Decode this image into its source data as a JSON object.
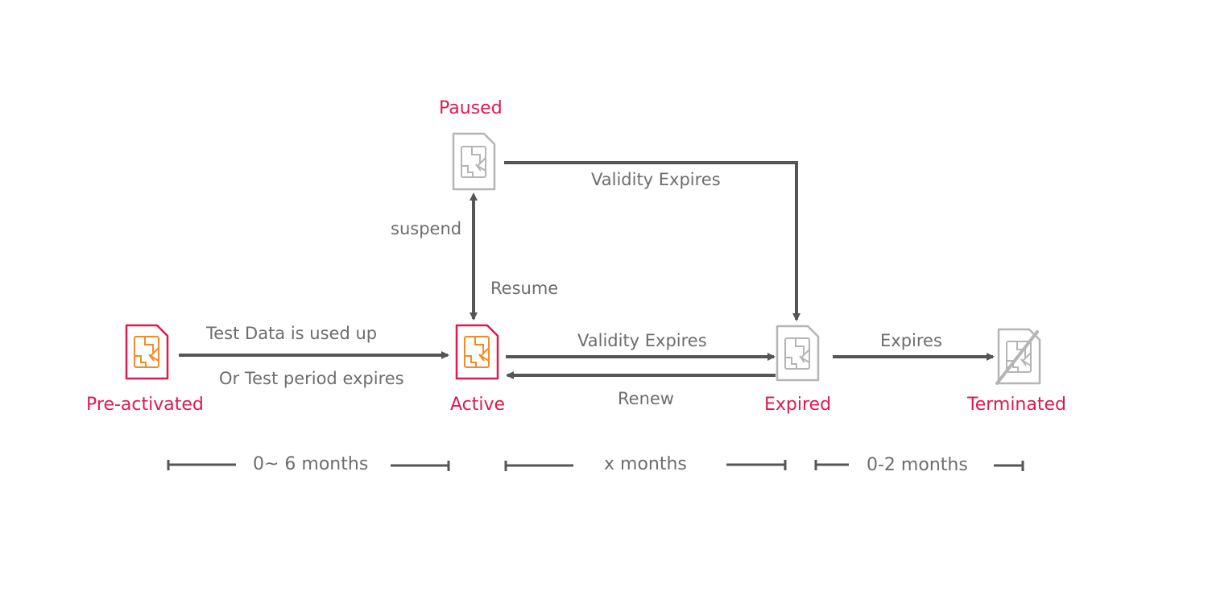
{
  "states": {
    "paused": "Paused",
    "pre_activated": "Pre-activated",
    "active": "Active",
    "expired": "Expired",
    "terminated": "Terminated"
  },
  "transitions": {
    "paused_to_expired": "Validity Expires",
    "suspend": "suspend",
    "resume": "Resume",
    "test_data_used": "Test Data is used up",
    "test_period_expires": "Or Test period expires",
    "active_to_expired": "Validity Expires",
    "renew": "Renew",
    "expired_to_terminated": "Expires"
  },
  "periods": {
    "pre_activated_to_active": "0~ 6 months",
    "active_to_expired": "x months",
    "expired_to_terminated": "0-2 months"
  },
  "colors": {
    "state_label": "#e01a4f",
    "sim_active_outline": "#e01a4f",
    "sim_active_chip": "#f28c28",
    "sim_inactive": "#b5b5b5",
    "arrow": "#555555",
    "text_gray": "#6d6d6d"
  },
  "icons": {
    "sim": "sim-card-icon",
    "sim_terminated": "sim-card-crossed-icon"
  }
}
